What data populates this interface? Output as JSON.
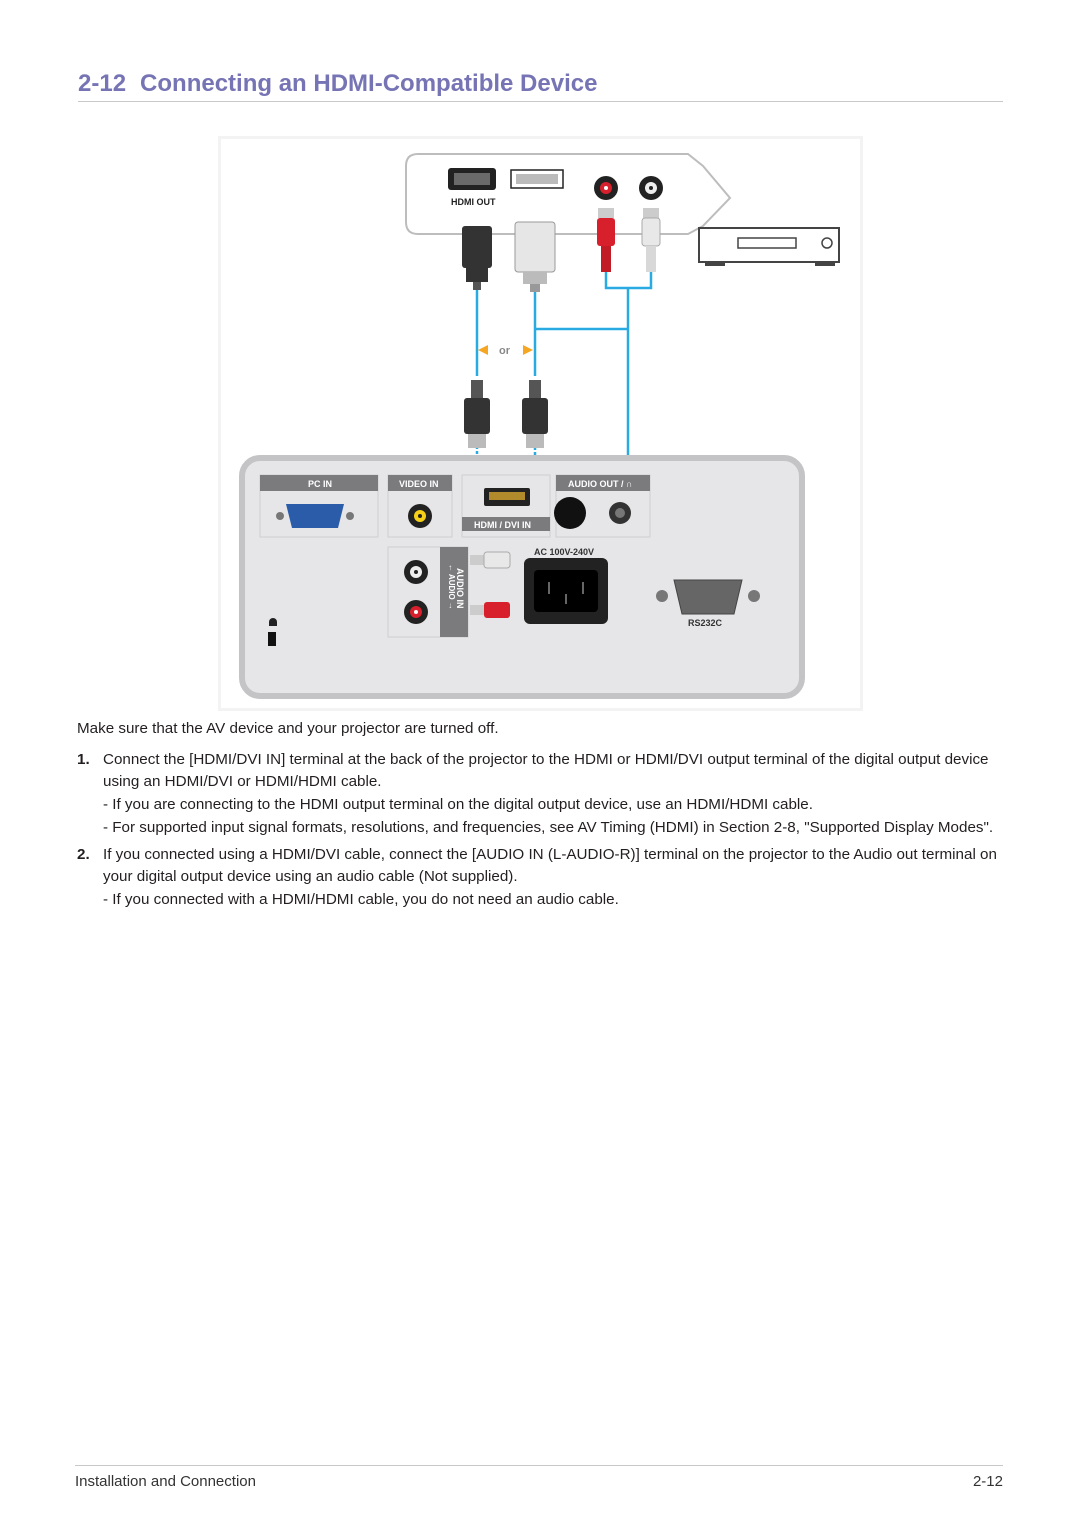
{
  "heading": {
    "number": "2-12",
    "title": "Connecting an HDMI-Compatible Device"
  },
  "diagram": {
    "source_labels": {
      "hdmi_out": "HDMI OUT"
    },
    "or_label": "or",
    "panel_labels": {
      "pc_in": "PC IN",
      "video_in": "VIDEO IN",
      "hdmi_dvi_in": "HDMI / DVI IN",
      "audio_out": "AUDIO OUT / ∩",
      "audio_in": "AUDIO IN",
      "audio_in_side": "← AUDIO →",
      "ac": "AC 100V-240V",
      "rs232c": "RS232C"
    }
  },
  "body": {
    "intro": "Make sure that the AV device and your projector are turned off.",
    "steps": [
      {
        "number": "1.",
        "text": "Connect the [HDMI/DVI IN] terminal at the back of the projector to the HDMI or HDMI/DVI output terminal of the digital output device using an HDMI/DVI or HDMI/HDMI cable.",
        "notes": [
          "- If you are connecting to the HDMI output terminal on the digital output device, use an HDMI/HDMI cable.",
          "- For supported input signal formats, resolutions, and frequencies, see AV Timing (HDMI) in Section 2-8, \"Supported Display Modes\"."
        ]
      },
      {
        "number": "2.",
        "text": "If you connected using a HDMI/DVI cable, connect the [AUDIO IN (L-AUDIO-R)] terminal on the projector to the Audio out terminal on your digital output device using an audio cable (Not supplied).",
        "notes": [
          "- If you connected with a HDMI/HDMI cable, you do not need an audio cable."
        ]
      }
    ]
  },
  "footer": {
    "section": "Installation and Connection",
    "page": "2-12"
  },
  "colors": {
    "heading": "#7674b4",
    "cable": "#29abe2",
    "rca_red": "#d7202b",
    "panel": "#e6e6e8"
  }
}
